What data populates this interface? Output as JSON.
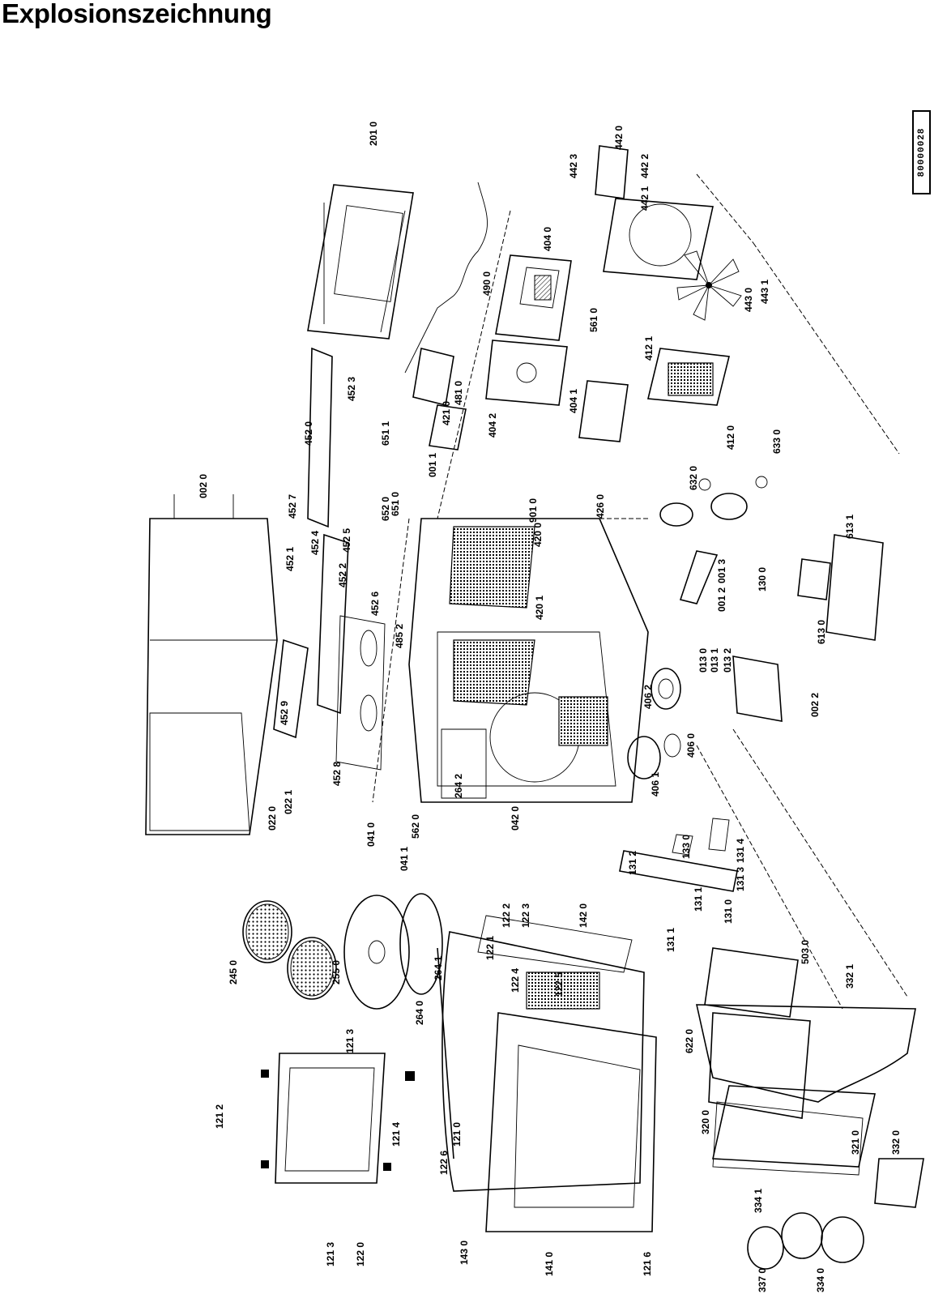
{
  "title": "Explosionszeichnung",
  "document_number": "80000028",
  "part_labels": [
    "002 0",
    "201 0",
    "442 0",
    "442 3",
    "442 2",
    "442 1",
    "404 0",
    "490 0",
    "561 0",
    "412 1",
    "452 3",
    "452 0",
    "452 7",
    "452 1",
    "452 4",
    "452 2",
    "452 5",
    "452 6",
    "452 9",
    "452 8",
    "652 0",
    "651 0",
    "651 1",
    "001 1",
    "421 0",
    "481 0",
    "404 1",
    "404 2",
    "412 0",
    "633 0",
    "443 0",
    "443 1",
    "901 0",
    "420 0",
    "426 0",
    "632 0",
    "420 1",
    "485 2",
    "001 2",
    "001 3",
    "130 0",
    "613 1",
    "613 0",
    "013 0",
    "013 1",
    "013 2",
    "406 2",
    "002 2",
    "406 0",
    "406 1",
    "264 2",
    "042 0",
    "022 0",
    "022 1",
    "041 0",
    "041 1",
    "562 0",
    "245 0",
    "255 0",
    "264 1",
    "264 0",
    "122 1",
    "122 2",
    "122 3",
    "142 0",
    "122 4",
    "122 5",
    "133 0",
    "131 2",
    "131 1",
    "131 4",
    "131 3",
    "131 0",
    "131 1",
    "503 0",
    "332 1",
    "622 0",
    "320 0",
    "321 0",
    "332 0",
    "334 1",
    "337 0",
    "334 0",
    "121 2",
    "121 3",
    "121 3",
    "122 0",
    "121 4",
    "122 6",
    "121 0",
    "143 0",
    "141 0",
    "121 6"
  ]
}
